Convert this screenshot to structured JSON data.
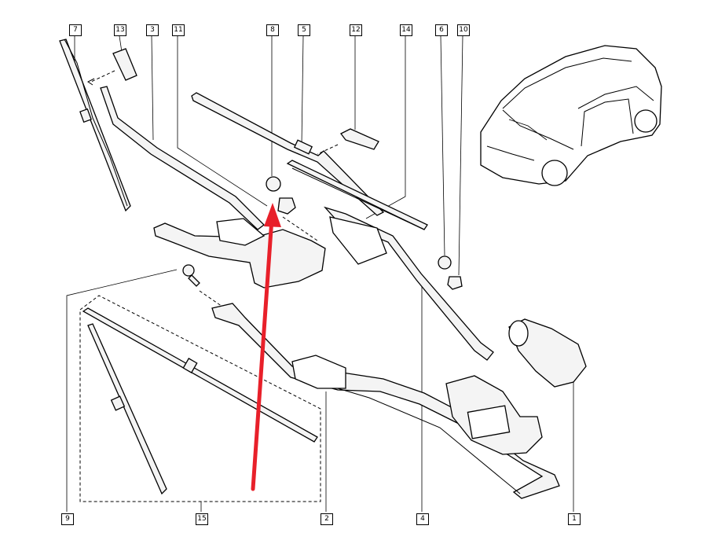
{
  "callouts": {
    "c1": "1",
    "c2": "2",
    "c3": "3",
    "c4": "4",
    "c5": "5",
    "c6": "6",
    "c7": "7",
    "c8": "8",
    "c9": "9",
    "c10": "10",
    "c11": "11",
    "c12": "12",
    "c13": "13",
    "c14": "14",
    "c15": "15"
  },
  "colors": {
    "arrow": "#e8202a",
    "stroke": "#000000"
  }
}
